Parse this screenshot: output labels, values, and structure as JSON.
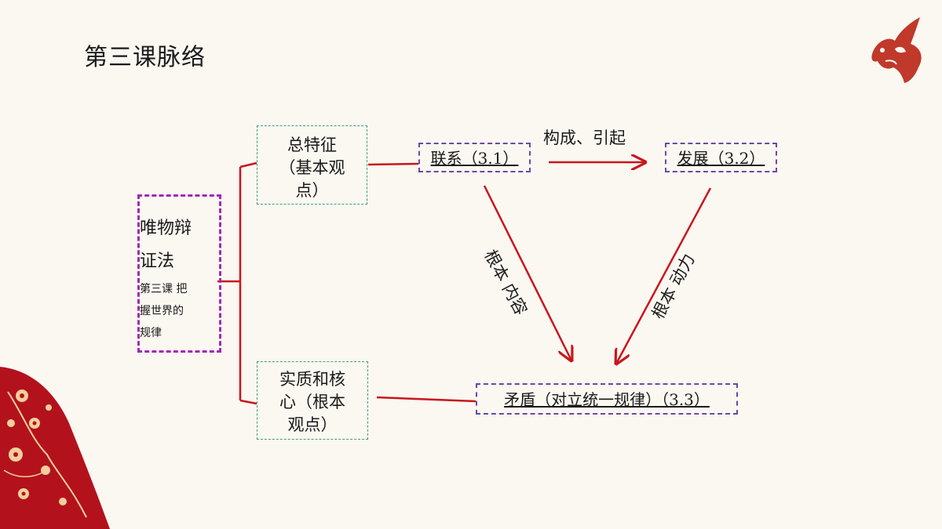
{
  "slide": {
    "title": "第三课脉络"
  },
  "center": {
    "main_line1": "唯物辩",
    "main_line2": "证法",
    "sub_line1": "第三课 把",
    "sub_line2": "握世界的",
    "sub_line3": "规律"
  },
  "nodes": {
    "feature_line1": "总特征",
    "feature_line2": "（基本观",
    "feature_line3": "点）",
    "essence_line1": "实质和核",
    "essence_line2": "心（根本",
    "essence_line3": "观点）",
    "link": "联系（3.1）",
    "development": "发展（3.2）",
    "contradiction": "矛盾（对立统一规律）（3.3）"
  },
  "edge_labels": {
    "compose": "构成、引起",
    "left_diag": "根本 内容",
    "right_diag": "根本 动力"
  },
  "colors": {
    "background": "#fbf7f1",
    "accent_red": "#c8161d",
    "box_green": "#3aa27a",
    "box_purple": "#8a3fb0"
  },
  "decor": {
    "top_right": "bird-papercut-icon",
    "bottom_left": "plum-blossom-papercut-icon"
  }
}
